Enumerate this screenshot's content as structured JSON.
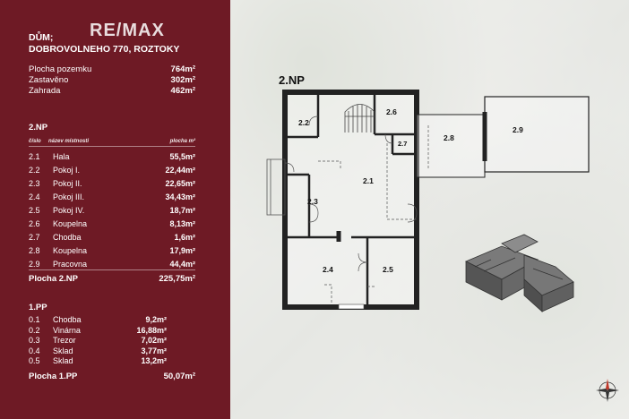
{
  "brand": "RE/MAX",
  "property": {
    "line1": "DŮM;",
    "line2": "DOBROVOLNEHO 770, ROZTOKY"
  },
  "summary": [
    {
      "label": "Plocha pozemku",
      "value": "764m²"
    },
    {
      "label": "Zastavěno",
      "value": "302m²"
    },
    {
      "label": "Zahrada",
      "value": "462m²"
    }
  ],
  "np2": {
    "title": "2.NP",
    "col_number": "číslo",
    "col_name": "název místnosti",
    "col_area": "plocha m²",
    "rooms": [
      {
        "no": "2.1",
        "name": "Hala",
        "area": "55,5m²"
      },
      {
        "no": "2.2",
        "name": "Pokoj I.",
        "area": "22,44m²"
      },
      {
        "no": "2.3",
        "name": "Pokoj II.",
        "area": "22,65m²"
      },
      {
        "no": "2.4",
        "name": "Pokoj III.",
        "area": "34,43m²"
      },
      {
        "no": "2.5",
        "name": "Pokoj IV.",
        "area": "18,7m²"
      },
      {
        "no": "2.6",
        "name": "Koupelna",
        "area": "8,13m²"
      },
      {
        "no": "2.7",
        "name": "Chodba",
        "area": "1,6m²"
      },
      {
        "no": "2.8",
        "name": "Koupelna",
        "area": "17,9m²"
      },
      {
        "no": "2.9",
        "name": "Pracovna",
        "area": "44,4m²"
      }
    ],
    "total_label": "Plocha 2.NP",
    "total_value": "225,75m²"
  },
  "pp1": {
    "title": "1.PP",
    "rooms": [
      {
        "no": "0.1",
        "name": "Chodba",
        "area": "9,2m²"
      },
      {
        "no": "0.2",
        "name": "Vinárna",
        "area": "16,88m²"
      },
      {
        "no": "0.3",
        "name": "Trezor",
        "area": "7,02m²"
      },
      {
        "no": "0.4",
        "name": "Sklad",
        "area": "3,77m²"
      },
      {
        "no": "0.5",
        "name": "Sklad",
        "area": "13,2m²"
      }
    ],
    "total_label": "Plocha 1.PP",
    "total_value": "50,07m²"
  },
  "plan": {
    "title": "2.NP",
    "labels": [
      "2.1",
      "2.2",
      "2.3",
      "2.4",
      "2.5",
      "2.6",
      "2.7",
      "2.8",
      "2.9"
    ]
  },
  "colors": {
    "panel": "#6e1a25",
    "wall": "#222222"
  },
  "icons": [
    "compass-rose-icon",
    "building-3d-model"
  ]
}
